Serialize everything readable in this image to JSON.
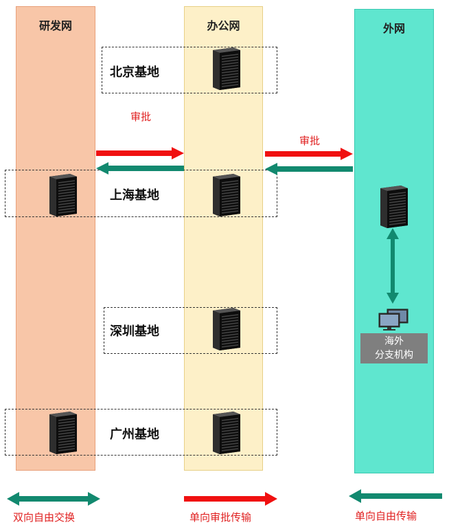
{
  "columns": {
    "rd": "研发网",
    "office": "办公网",
    "external": "外网"
  },
  "sites": {
    "beijing": "北京基地",
    "shanghai": "上海基地",
    "shenzhen": "深圳基地",
    "guangzhou": "广州基地"
  },
  "approval_left": "审批",
  "approval_right": "审批",
  "branch": {
    "line1": "海外",
    "line2": "分支机构"
  },
  "legend": {
    "bidirectional": "双向自由交换",
    "one_way_approval": "单向审批传输",
    "one_way_free": "单向自由传输"
  },
  "colors": {
    "red_arrow": "#f01010",
    "green_arrow": "#12896f",
    "rd_zone": "#f8c6a8",
    "office_zone": "#fdf0c8",
    "external_zone": "#5fe6cf"
  }
}
